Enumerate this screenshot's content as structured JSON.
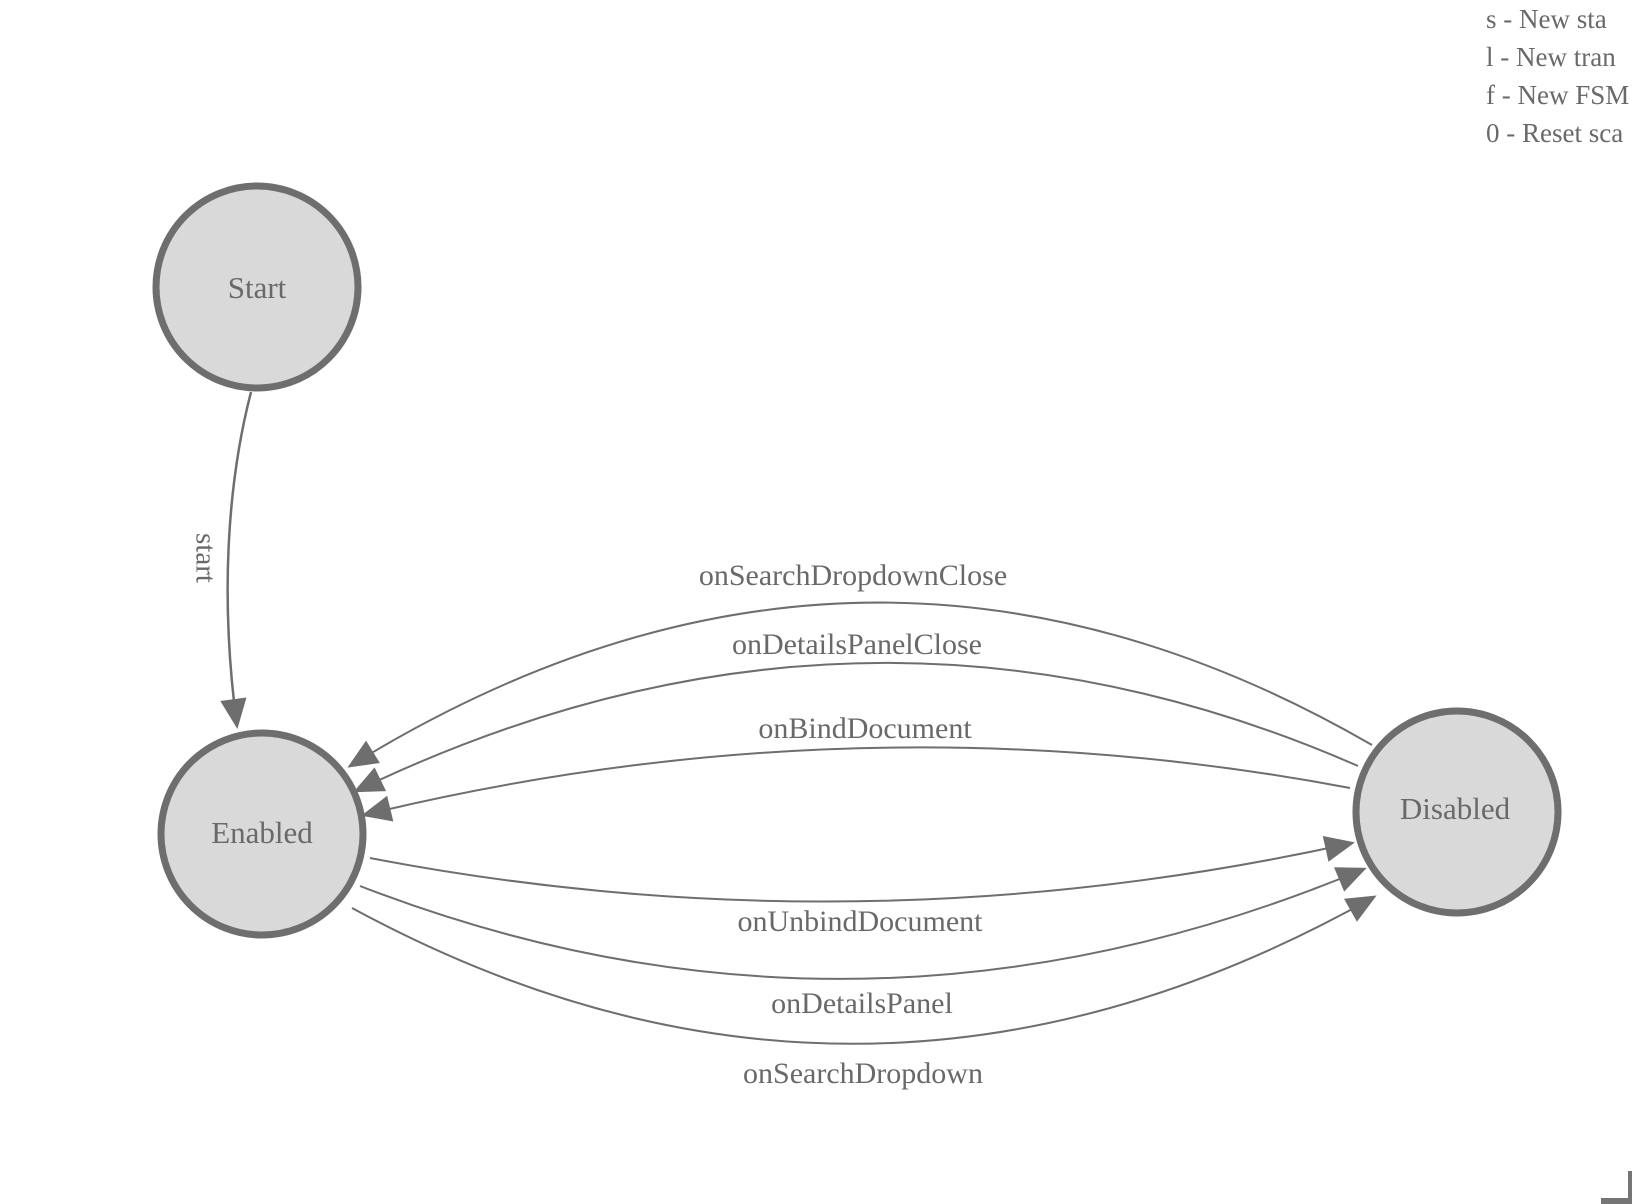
{
  "diagram": {
    "states": [
      {
        "label": "Start"
      },
      {
        "label": "Enabled"
      },
      {
        "label": "Disabled"
      }
    ],
    "transitions": [
      {
        "label": "start",
        "from": "Start",
        "to": "Enabled"
      },
      {
        "label": "onSearchDropdownClose",
        "from": "Disabled",
        "to": "Enabled"
      },
      {
        "label": "onDetailsPanelClose",
        "from": "Disabled",
        "to": "Enabled"
      },
      {
        "label": "onBindDocument",
        "from": "Disabled",
        "to": "Enabled"
      },
      {
        "label": "onUnbindDocument",
        "from": "Enabled",
        "to": "Disabled"
      },
      {
        "label": "onDetailsPanel",
        "from": "Enabled",
        "to": "Disabled"
      },
      {
        "label": "onSearchDropdown",
        "from": "Enabled",
        "to": "Disabled"
      }
    ]
  },
  "legend": {
    "lines": [
      "s - New sta",
      "l - New tran",
      "f - New FSM",
      "0 - Reset sca"
    ]
  },
  "colors": {
    "node_fill": "#d9d9d9",
    "node_stroke": "#6e6e6e",
    "edge_stroke": "#6e6e6e",
    "label_text": "#696969"
  }
}
